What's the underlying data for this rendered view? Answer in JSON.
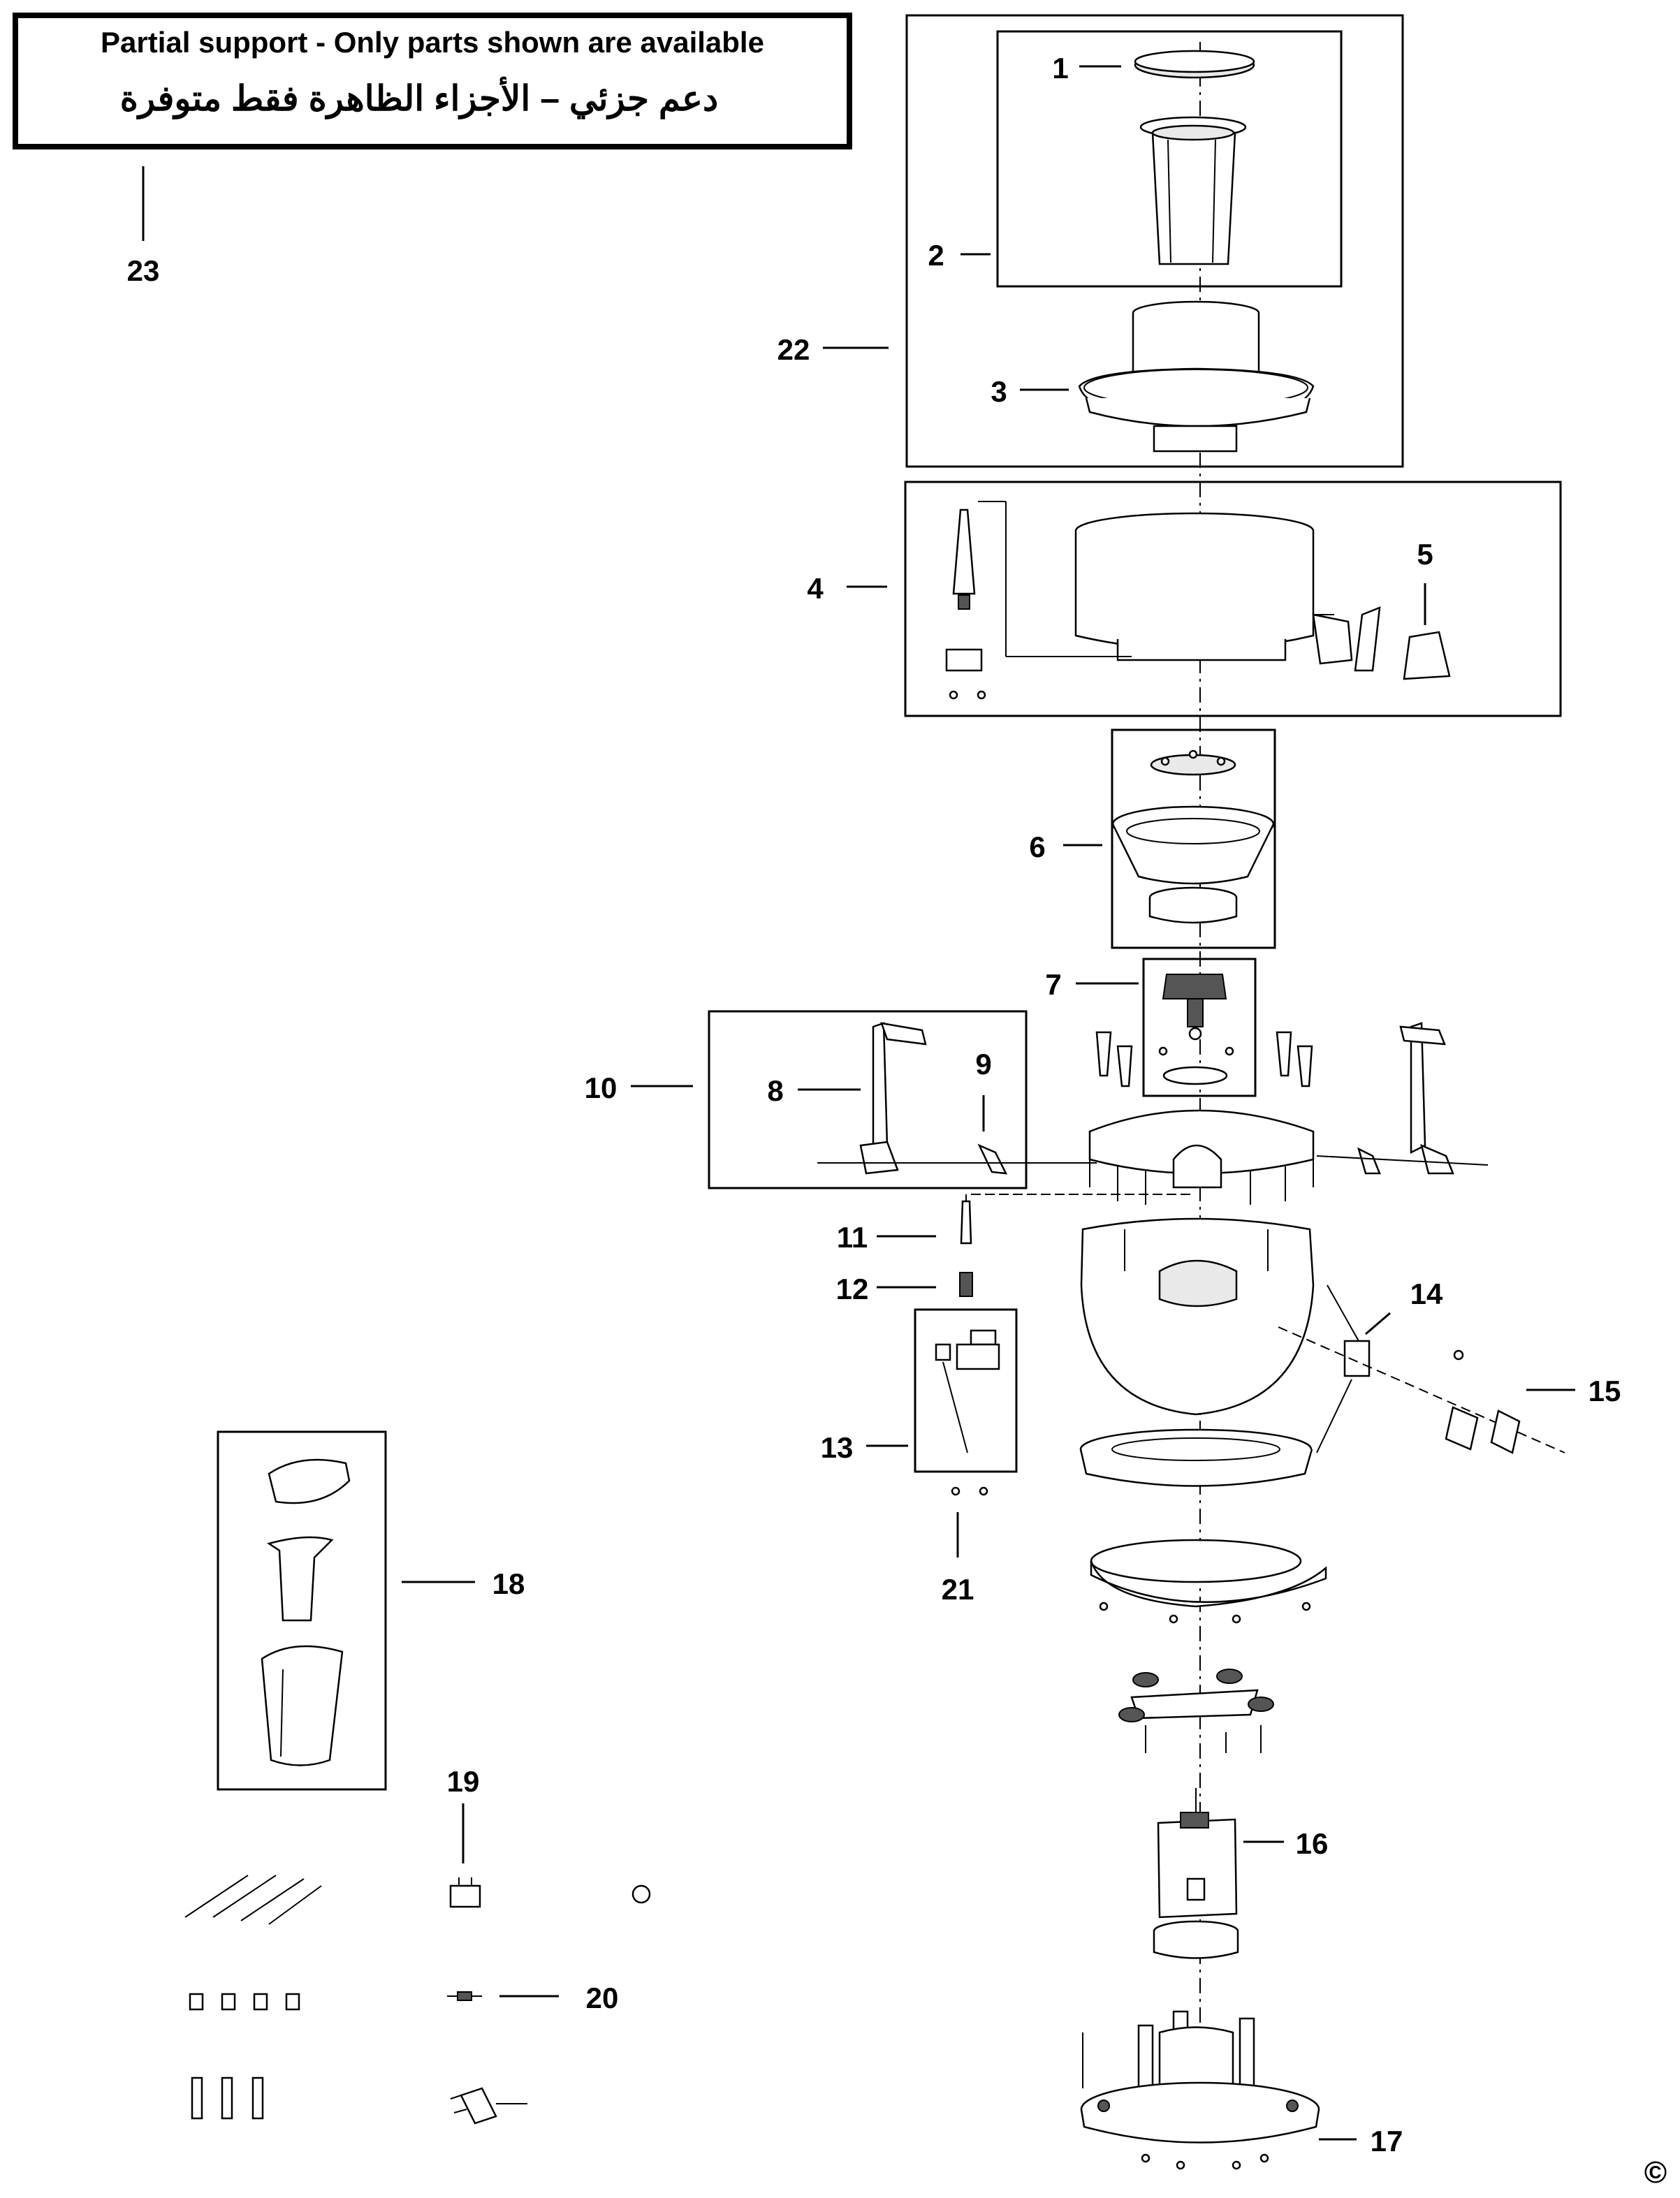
{
  "notice": {
    "english": "Partial support - Only parts shown are available",
    "arabic": "دعم جزئي – الأجزاء الظاهرة فقط متوفرة"
  },
  "copyright_mark": "©",
  "callouts": [
    {
      "id": "1",
      "label": "1"
    },
    {
      "id": "2",
      "label": "2"
    },
    {
      "id": "3",
      "label": "3"
    },
    {
      "id": "4",
      "label": "4"
    },
    {
      "id": "5",
      "label": "5"
    },
    {
      "id": "6",
      "label": "6"
    },
    {
      "id": "7",
      "label": "7"
    },
    {
      "id": "8",
      "label": "8"
    },
    {
      "id": "9",
      "label": "9"
    },
    {
      "id": "10",
      "label": "10"
    },
    {
      "id": "11",
      "label": "11"
    },
    {
      "id": "12",
      "label": "12"
    },
    {
      "id": "13",
      "label": "13"
    },
    {
      "id": "14",
      "label": "14"
    },
    {
      "id": "15",
      "label": "15"
    },
    {
      "id": "16",
      "label": "16"
    },
    {
      "id": "17",
      "label": "17"
    },
    {
      "id": "18",
      "label": "18"
    },
    {
      "id": "19",
      "label": "19"
    },
    {
      "id": "20",
      "label": "20"
    },
    {
      "id": "21",
      "label": "21"
    },
    {
      "id": "22",
      "label": "22"
    },
    {
      "id": "23",
      "label": "23"
    }
  ]
}
